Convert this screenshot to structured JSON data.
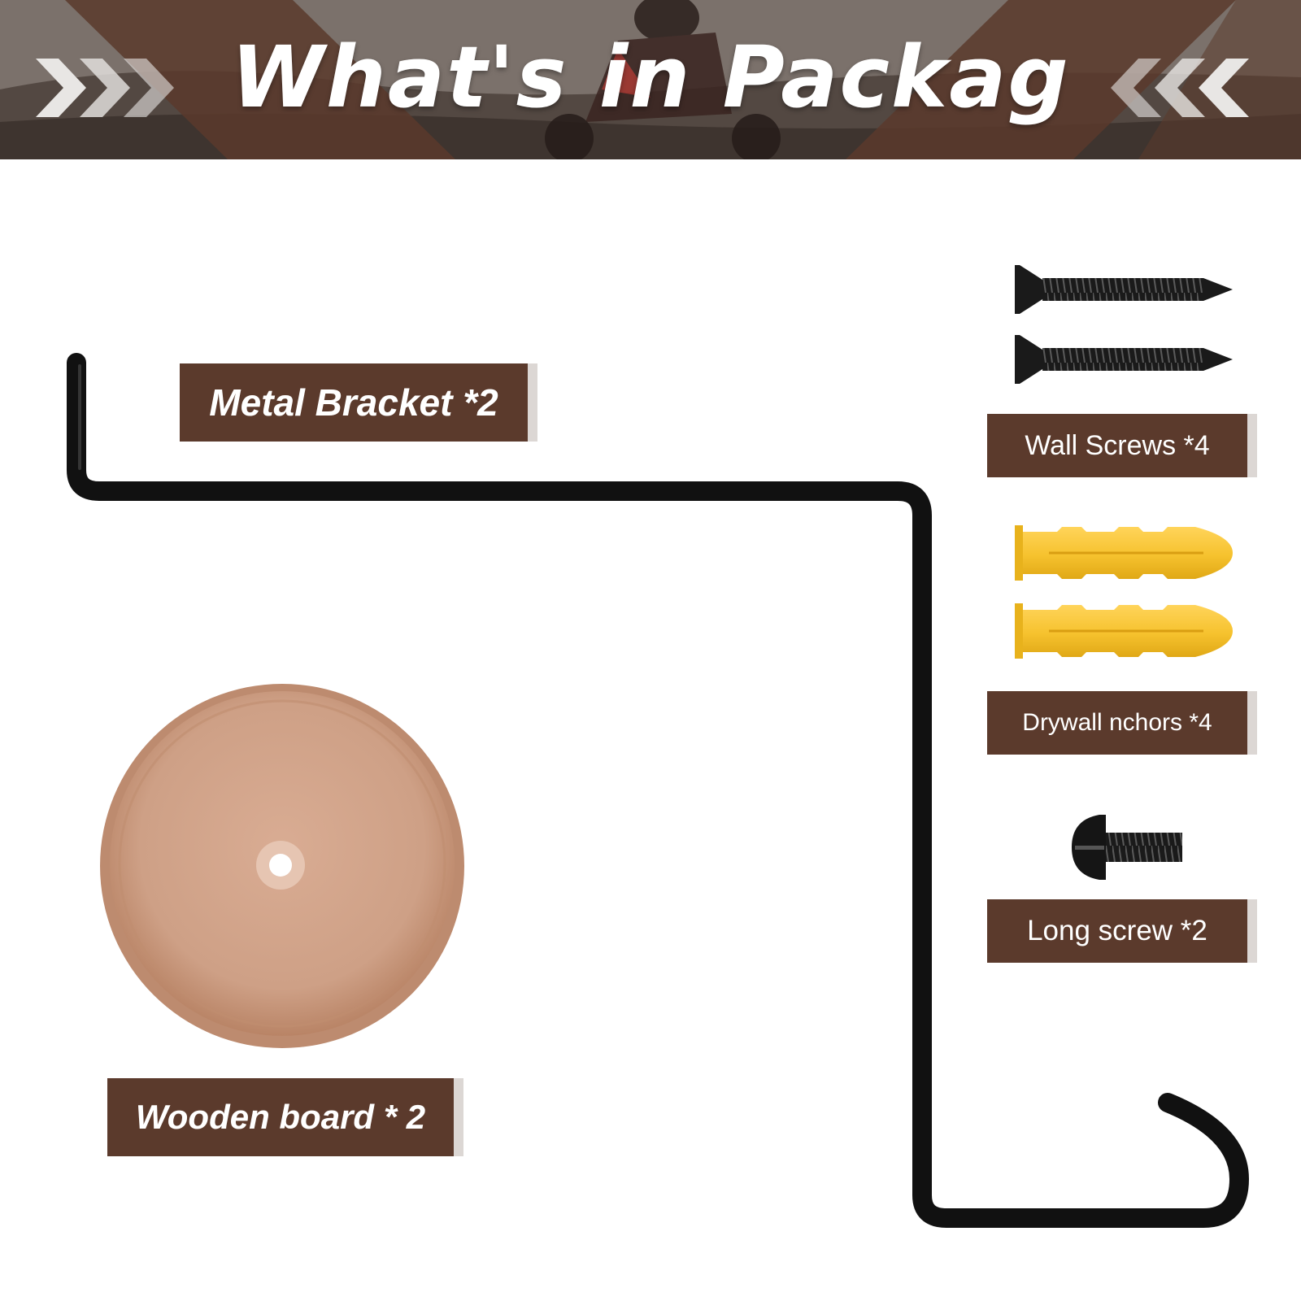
{
  "header": {
    "title": "What's in Packag",
    "background_color": "#6f6863",
    "accent_color": "#5b3a2c",
    "chevron_color": "#e8e6e4"
  },
  "items": {
    "metal_bracket": {
      "label": "Metal Bracket *2",
      "color": "#111111"
    },
    "wooden_board": {
      "label": "Wooden board * 2",
      "color": "#c99a80"
    },
    "wall_screws": {
      "label": "Wall Screws *4",
      "color": "#1a1a1a"
    },
    "drywall_anchors": {
      "label": "Drywall nchors *4",
      "color": "#f6c22e"
    },
    "long_screw": {
      "label": "Long screw *2",
      "color": "#1a1a1a"
    }
  },
  "label_style": {
    "background": "#5b3a2c",
    "text_color": "#ffffff"
  }
}
